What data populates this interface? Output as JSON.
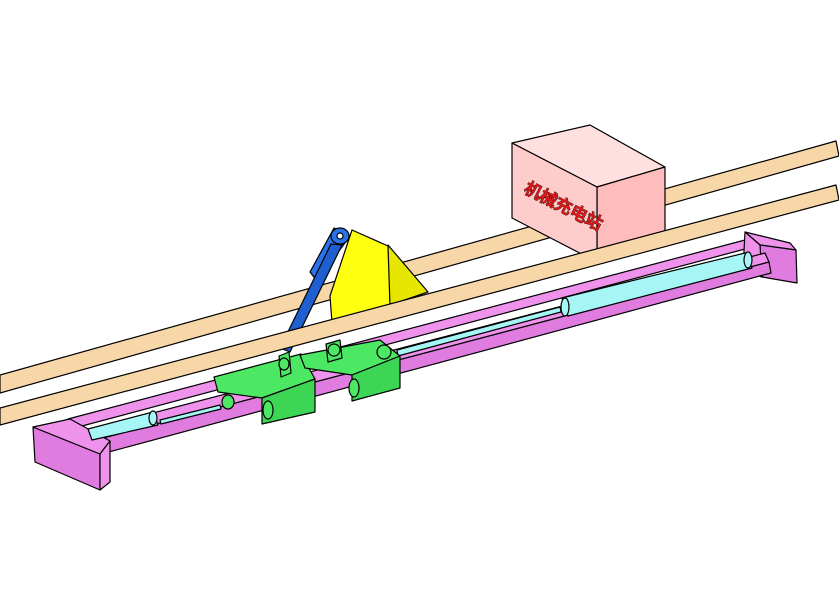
{
  "labels": {
    "station": "机械充电站"
  },
  "colors": {
    "rail": "#f7d7a8",
    "station_box_front": "#ffcccc",
    "station_box_top": "#ffe0e0",
    "station_box_side": "#ffbcbc",
    "track_frame": "#ef92ec",
    "track_frame_dark": "#e07ce0",
    "cylinder": "#a6f6f6",
    "carriage": "#4ce864",
    "arm": "#2a72e8",
    "bracket": "#ffff10",
    "bracket_side": "#e6e600"
  },
  "parts": [
    "rail-upper",
    "rail-lower",
    "charging-station-box",
    "track-frame",
    "linear-cylinder",
    "carriage",
    "lever-arm",
    "support-bracket"
  ]
}
